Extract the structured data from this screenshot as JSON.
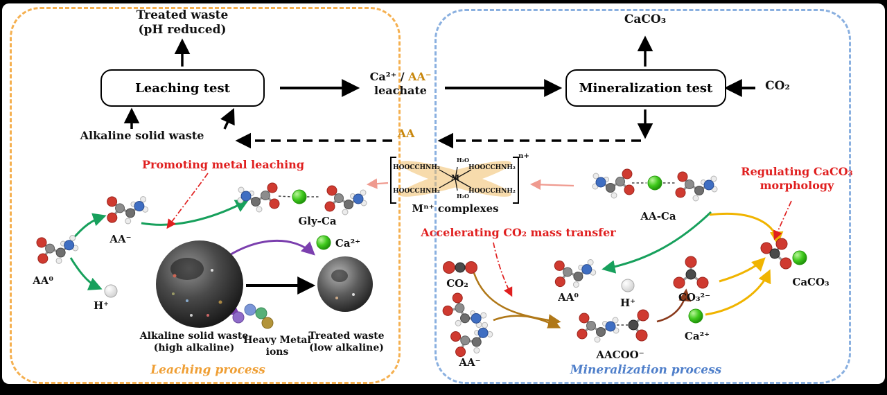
{
  "left": {
    "process_label": "Leaching process",
    "treated_waste_line1": "Treated waste",
    "treated_waste_line2": "(pH reduced)",
    "leaching_test": "Leaching test",
    "alkaline_solid_waste": "Alkaline solid waste",
    "promoting_note": "Promoting metal leaching",
    "aa0": "AA⁰",
    "aa_minus": "AA⁻",
    "h_plus": "H⁺",
    "gly_ca": "Gly-Ca",
    "ca2plus": "Ca²⁺",
    "alkaline_high_line1": "Alkaline  solid waste",
    "alkaline_high_line2": "(high alkaline)",
    "heavy_metal_line1": "Heavy Metal",
    "heavy_metal_line2": "ions",
    "treated_low_line1": "Treated waste",
    "treated_low_line2": "(low alkaline)"
  },
  "center": {
    "leachate_ca": "Ca²⁺ /",
    "leachate_aa": "AA⁻",
    "leachate_word": "leachate",
    "aa_recycle": "AA",
    "ligand": "HOOCCHNH₂",
    "water": "H₂O",
    "metal_center": "M",
    "bracket_charge": "n+",
    "complex_label": "Mⁿ⁺ complexes"
  },
  "right": {
    "process_label": "Mineralization process",
    "caco3_product": "CaCO₃",
    "mineralization_test": "Mineralization test",
    "co2_feed": "CO₂",
    "regulating_line1": "Regulating CaCO₃",
    "regulating_line2": "morphology",
    "aa_ca": "AA-Ca",
    "accelerating_note": "Accelerating CO₂ mass transfer",
    "co2": "CO₂",
    "aa0": "AA⁰",
    "h_plus": "H⁺",
    "aa_minus": "AA⁻",
    "aacoo": "AACOO⁻",
    "carbonate": "CO₃²⁻",
    "ca2plus": "Ca²⁺",
    "caco3": "CaCO₃"
  },
  "colors": {
    "leaching_accent": "#ef9f35",
    "mineralization_accent": "#4f7fca",
    "highlight_red": "#e01f1f",
    "aa_orange": "#c8860a",
    "green_arrow": "#17a05c",
    "purple_arrow": "#7b3fae",
    "gold_arrow": "#f0b400"
  }
}
